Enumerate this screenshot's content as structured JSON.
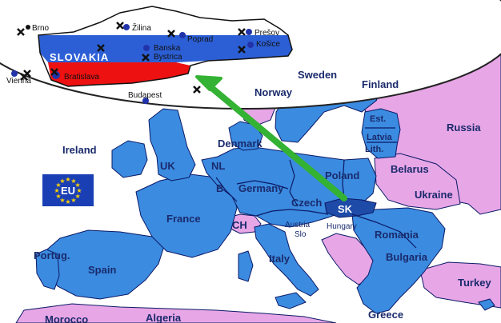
{
  "colors": {
    "sea": "#ffffff",
    "eu_member": "#3b8be0",
    "non_eu": "#e7a6e6",
    "slovakia": "#1e4aa8",
    "border": "#0b1a66",
    "flag_white": "#ffffff",
    "flag_blue": "#2c5fd6",
    "flag_red": "#ee1111",
    "arrow": "#33b233",
    "eu_flag_bg": "#1a3fb5",
    "eu_star": "#ffd200"
  },
  "countries": {
    "russia": "Russia",
    "finland": "Finland",
    "sweden": "Sweden",
    "norway": "Norway",
    "est": "Est.",
    "latvia": "Latvia",
    "lith": "Lith.",
    "belarus": "Belarus",
    "ukraine": "Ukraine",
    "ireland": "Ireland",
    "uk": "UK",
    "nl": "NL",
    "b": "B",
    "denmark": "Denmark",
    "germany": "Germany",
    "poland": "Poland",
    "czech": "Czech",
    "sk": "SK",
    "austria": "Austria",
    "hungary": "Hungary",
    "slo": "Slo",
    "ch": "CH",
    "france": "France",
    "romania": "Romania",
    "bulgaria": "Bulgaria",
    "italy": "Italy",
    "spain": "Spain",
    "portug": "Portug.",
    "turkey": "Turkey",
    "greece": "Greece",
    "algeria": "Algeria",
    "morocco": "Morocco"
  },
  "eu_flag_label": "EU",
  "inset": {
    "title": "SLOVAKIA",
    "cities": {
      "brno": "Brno",
      "zilina": "Žilina",
      "presov": "Prešov",
      "poprad": "Poprad",
      "kosice": "Košice",
      "banska": "Banska",
      "bystrica": "Bystrica",
      "bratislava": "Bratislava",
      "vienna": "Vienna",
      "budapest": "Budapest"
    }
  }
}
